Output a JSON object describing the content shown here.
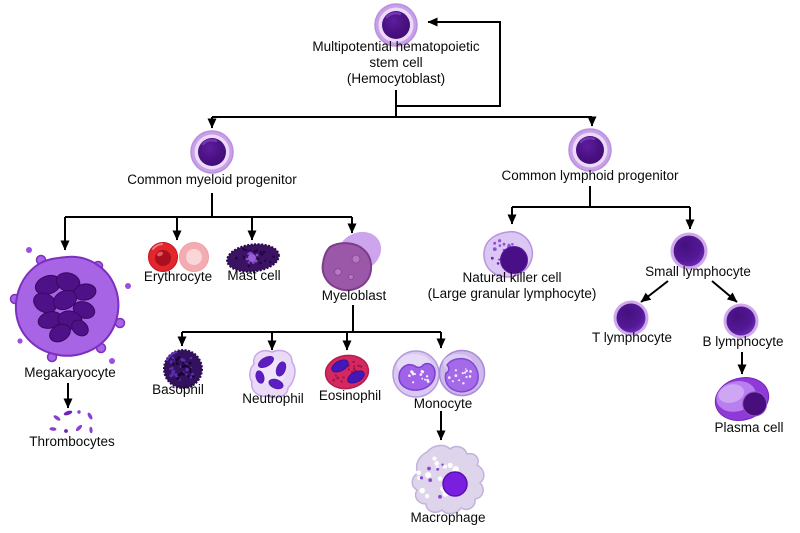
{
  "diagram": {
    "type": "hematopoiesis-lineage-tree",
    "nodes": {
      "stem_cell": {
        "label_lines": [
          "Multipotential hematopoietic",
          "stem cell",
          "(Hemocytoblast)"
        ]
      },
      "myeloid_progenitor": {
        "label": "Common myeloid progenitor"
      },
      "lymphoid_progenitor": {
        "label": "Common lymphoid progenitor"
      },
      "megakaryocyte": {
        "label": "Megakaryocyte"
      },
      "thrombocytes": {
        "label": "Thrombocytes"
      },
      "erythrocyte": {
        "label": "Erythrocyte"
      },
      "mast_cell": {
        "label": "Mast cell"
      },
      "myeloblast": {
        "label": "Myeloblast"
      },
      "basophil": {
        "label": "Basophil"
      },
      "neutrophil": {
        "label": "Neutrophil"
      },
      "eosinophil": {
        "label": "Eosinophil"
      },
      "monocyte": {
        "label": "Monocyte"
      },
      "macrophage": {
        "label": "Macrophage"
      },
      "natural_killer_cell": {
        "label_lines": [
          "Natural killer cell",
          "(Large granular lymphocyte)"
        ]
      },
      "small_lymphocyte": {
        "label": "Small lymphocyte"
      },
      "t_lymphocyte": {
        "label": "T lymphocyte"
      },
      "b_lymphocyte": {
        "label": "B lymphocyte"
      },
      "plasma_cell": {
        "label": "Plasma cell"
      }
    },
    "edges": [
      {
        "from": "stem_cell",
        "to": "stem_cell"
      },
      {
        "from": "stem_cell",
        "to": "myeloid_progenitor"
      },
      {
        "from": "stem_cell",
        "to": "lymphoid_progenitor"
      },
      {
        "from": "myeloid_progenitor",
        "to": "megakaryocyte"
      },
      {
        "from": "myeloid_progenitor",
        "to": "erythrocyte"
      },
      {
        "from": "myeloid_progenitor",
        "to": "mast_cell"
      },
      {
        "from": "myeloid_progenitor",
        "to": "myeloblast"
      },
      {
        "from": "megakaryocyte",
        "to": "thrombocytes"
      },
      {
        "from": "myeloblast",
        "to": "basophil"
      },
      {
        "from": "myeloblast",
        "to": "neutrophil"
      },
      {
        "from": "myeloblast",
        "to": "eosinophil"
      },
      {
        "from": "myeloblast",
        "to": "monocyte"
      },
      {
        "from": "monocyte",
        "to": "macrophage"
      },
      {
        "from": "lymphoid_progenitor",
        "to": "natural_killer_cell"
      },
      {
        "from": "lymphoid_progenitor",
        "to": "small_lymphocyte"
      },
      {
        "from": "small_lymphocyte",
        "to": "t_lymphocyte"
      },
      {
        "from": "small_lymphocyte",
        "to": "b_lymphocyte"
      },
      {
        "from": "b_lymphocyte",
        "to": "plasma_cell"
      }
    ],
    "colors": {
      "background": "#ffffff",
      "line": "#000000",
      "text": "#0a0a0a",
      "progenitor_halo": "#c9a0e8",
      "progenitor_inner_ring": "#ebdaf8",
      "nucleus_dark_purple": "#4a1182",
      "lymphocyte_halo": "#cfa9ec",
      "erythrocyte_red": "#e3252c",
      "erythrocyte_pink": "#f3adb2",
      "mast_cell_dark": "#3c1263",
      "myeloblast_purple": "#9c58a8",
      "megakaryocyte_purple": "#a765e5",
      "basophil_dark": "#33115e",
      "neutrophil_pale": "#ead9f7",
      "neutrophil_nucleus": "#5c1dc2",
      "eosinophil_red": "#d32960",
      "eosinophil_nucleus": "#4418b8",
      "monocyte_lavender": "#d9c8f1",
      "monocyte_nucleus": "#9f62e8",
      "macrophage_pale": "#ded4ec",
      "macrophage_nucleus": "#7a1fe0",
      "plasma_cell_purple": "#8f3ad8",
      "thrombocyte_purple": "#8a3fd2"
    }
  }
}
